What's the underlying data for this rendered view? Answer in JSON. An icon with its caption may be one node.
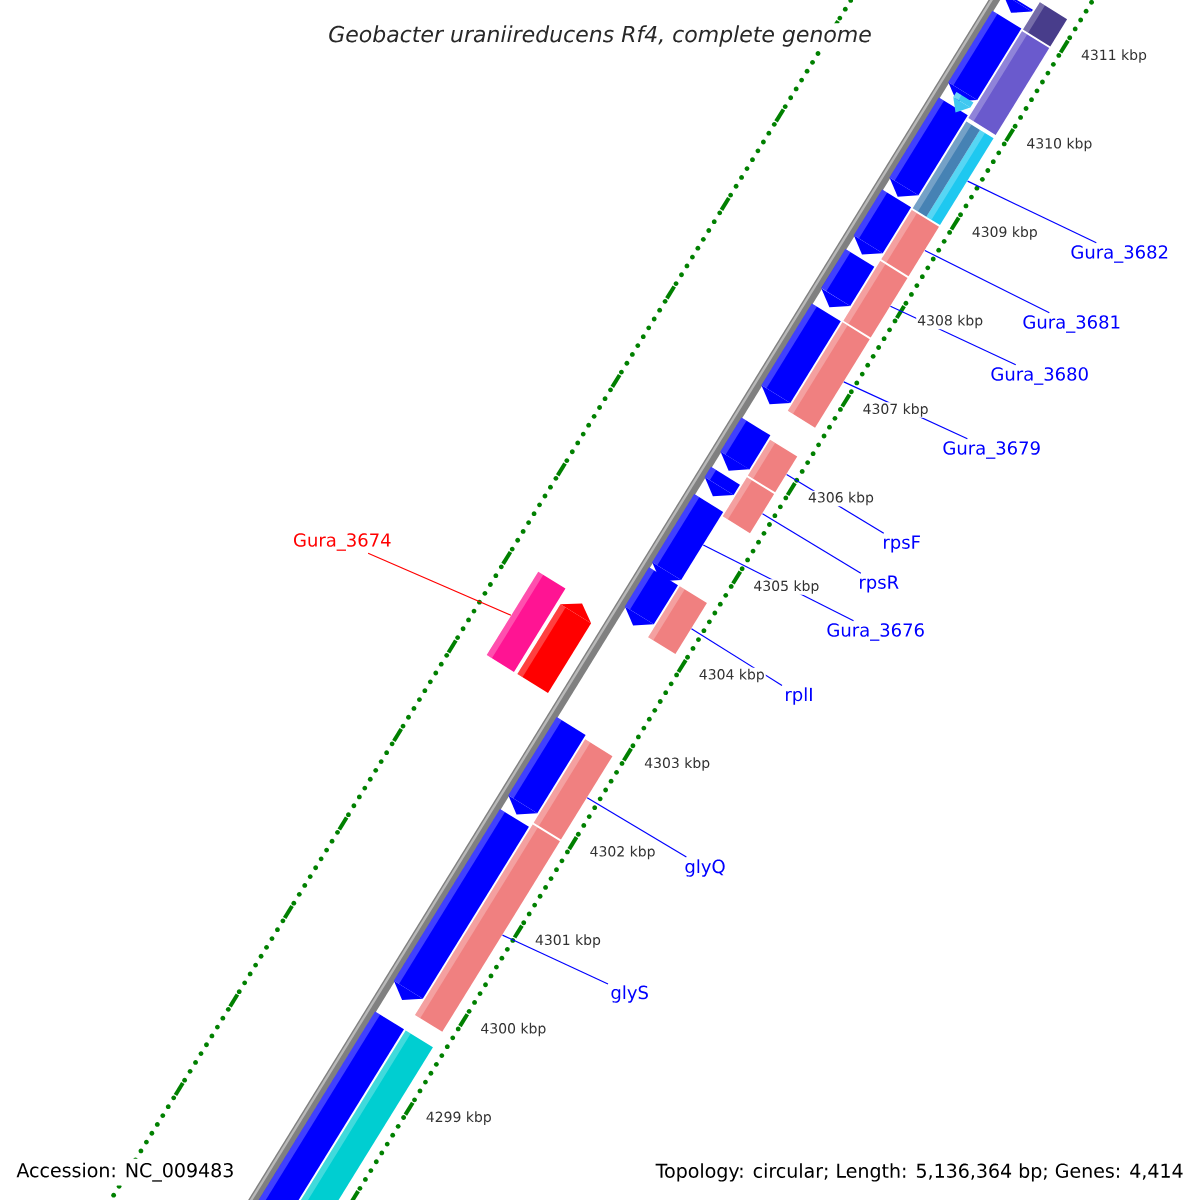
{
  "diagram": {
    "title": "Geobacter uraniireducens Rf4, complete genome",
    "nodes": [
      {
        "text": [
          "Gura_3682"
        ]
      },
      {
        "text": [
          "Gura_3681"
        ]
      },
      {
        "text": [
          "Gura_3680"
        ]
      },
      {
        "text": [
          "Gura_3679"
        ]
      },
      {
        "text": [
          "Gura_3674"
        ]
      },
      {
        "text": [
          "rpsF"
        ]
      },
      {
        "text": [
          "rpsR"
        ]
      },
      {
        "text": [
          "Gura_3676"
        ]
      },
      {
        "text": [
          "rplI"
        ]
      },
      {
        "text": [
          "glyQ"
        ]
      },
      {
        "text": [
          "glyS"
        ]
      },
      {
        "text": [],
        "shape": "box"
      },
      {
        "text": [],
        "shape": "box"
      },
      {
        "text": [],
        "shape": "box"
      },
      {
        "text": [],
        "shape": "box"
      },
      {
        "text": [],
        "shape": "box"
      },
      {
        "text": [],
        "shape": "box"
      },
      {
        "text": [],
        "shape": "box"
      },
      {
        "text": [],
        "shape": "box"
      },
      {
        "text": [],
        "shape": "box"
      },
      {
        "text": [],
        "shape": "box"
      },
      {
        "text": [],
        "shape": "box"
      },
      {
        "text": [],
        "shape": "box"
      },
      {
        "text": [],
        "shape": "box"
      },
      {
        "text": [],
        "shape": "box"
      },
      {
        "text": [],
        "shape": "box"
      },
      {
        "text": [],
        "shape": "box"
      },
      {
        "text": [],
        "shape": "box"
      },
      {
        "text": [],
        "shape": "box"
      },
      {
        "text": [],
        "shape": "box"
      },
      {
        "text": [],
        "shape": "box"
      },
      {
        "text": [],
        "shape": "box"
      },
      {
        "text": [],
        "shape": "box"
      },
      {
        "text": [],
        "shape": "box"
      },
      {
        "text": [],
        "shape": "box"
      },
      {
        "text": [],
        "shape": "box"
      },
      {
        "text": [],
        "shape": "box"
      },
      {
        "text": [],
        "shape": "box"
      },
      {
        "text": [],
        "shape": "box"
      },
      {
        "text": [],
        "shape": "box"
      }
    ],
    "edges": [
      {
        "from": 0,
        "to": 11,
        "arrow": "none"
      },
      {
        "from": 1,
        "to": 12,
        "arrow": "none"
      },
      {
        "from": 2,
        "to": 13,
        "arrow": "none"
      },
      {
        "from": 3,
        "to": 14,
        "arrow": "none"
      },
      {
        "from": 4,
        "to": 15,
        "arrow": "none",
        "color": "#ff0000"
      },
      {
        "from": 5,
        "to": 16,
        "arrow": "none"
      },
      {
        "from": 6,
        "to": 17,
        "arrow": "none"
      },
      {
        "from": 7,
        "to": 18,
        "arrow": "none"
      },
      {
        "from": 8,
        "to": 19,
        "arrow": "none"
      },
      {
        "from": 9,
        "to": 20,
        "arrow": "none"
      },
      {
        "from": 10,
        "to": 21,
        "arrow": "none"
      }
    ],
    "labels": [
      "4311 kbp",
      "4310 kbp",
      "4309 kbp",
      "4308 kbp",
      "4307 kbp",
      "4306 kbp",
      "4305 kbp",
      "4304 kbp",
      "4303 kbp",
      "4302 kbp",
      "4301 kbp",
      "4300 kbp",
      "4299 kbp",
      "Accession: NC_009483",
      "Topology: circular; Length: 5,136,364 bp; Genes: 4,414"
    ]
  }
}
